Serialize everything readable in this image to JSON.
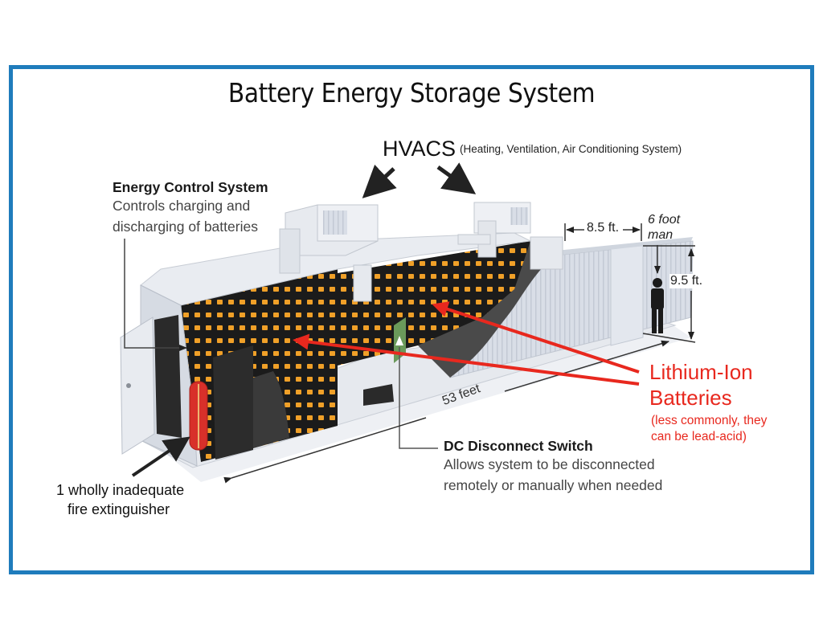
{
  "title": "Battery Energy Storage System",
  "colors": {
    "frame_border": "#1f7cbc",
    "callout_red": "#e8281e",
    "battery_module": "#f0a028",
    "rack": "#1c1c1c",
    "container": "#dde2ea",
    "extinguisher": "#d8302a",
    "disconnect_switch": "#6a9a5a"
  },
  "hvacs": {
    "label": "HVACS",
    "description": "(Heating, Ventilation, Air Conditioning System)"
  },
  "energy_control_system": {
    "title": "Energy Control System",
    "line1": "Controls charging and",
    "line2": "discharging of batteries"
  },
  "dimensions": {
    "width_label": "8.5 ft.",
    "height_label": "9.5 ft.",
    "length_label": "53 feet",
    "man_label_line1": "6 foot",
    "man_label_line2": "man"
  },
  "batteries": {
    "line1": "Lithium-Ion",
    "line2": "Batteries",
    "note_line1": "(less commonly, they",
    "note_line2": "can be lead-acid)"
  },
  "dc_disconnect": {
    "title": "DC Disconnect Switch",
    "line1": "Allows system to be disconnected",
    "line2": "remotely or manually when needed"
  },
  "fire_extinguisher": {
    "line1": "1 wholly inadequate",
    "line2": "fire extinguisher"
  }
}
